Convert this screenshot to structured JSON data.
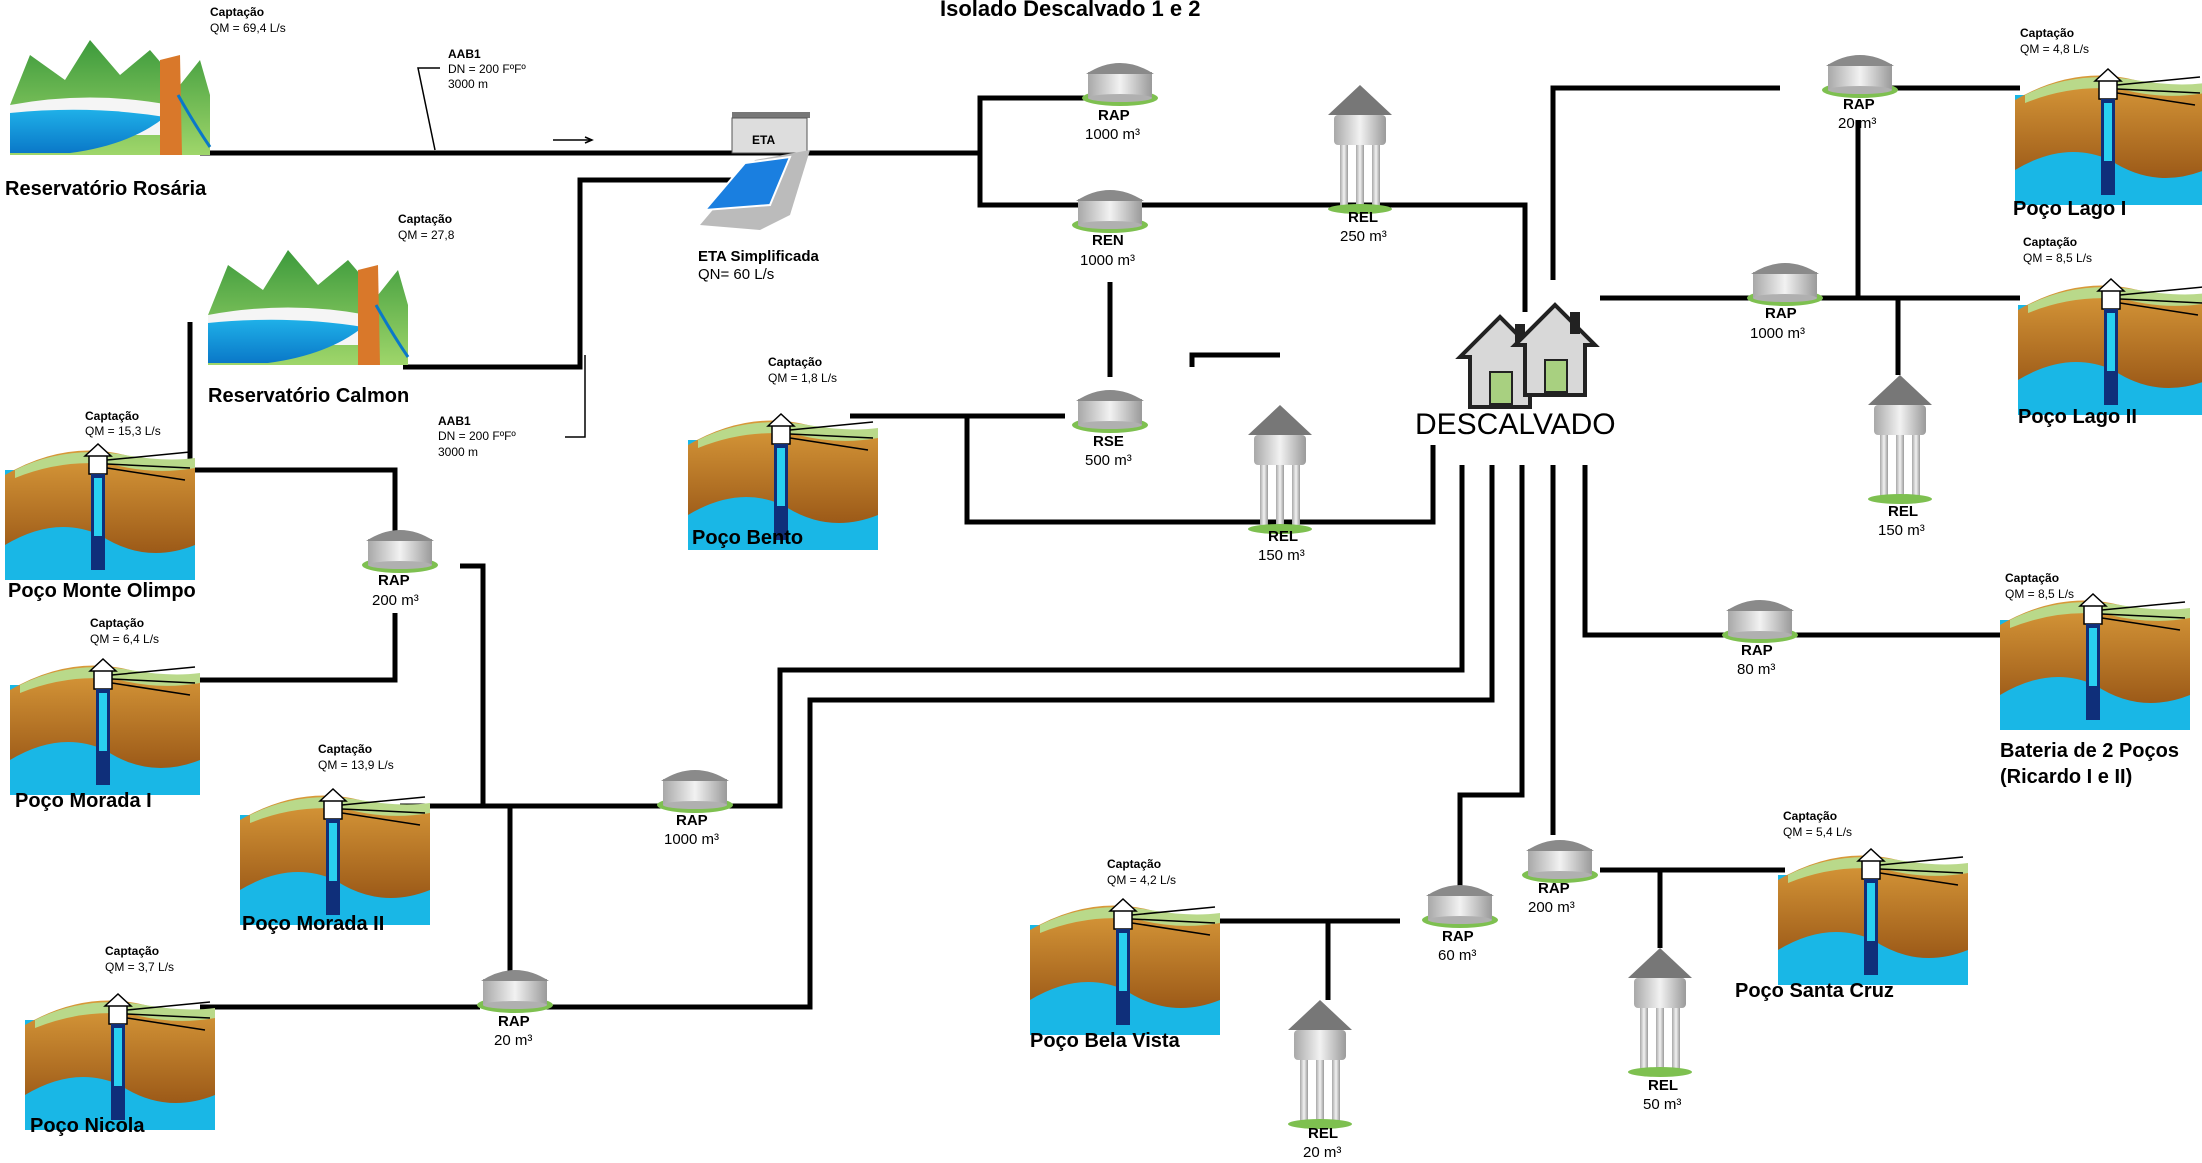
{
  "title": "Isolado Descalvado 1 e 2",
  "city": "DESCALVADO",
  "nodes": {
    "rosaria": {
      "cap": "Captação",
      "q": "QM = 69,4 L/s",
      "name": "Reservatório Rosária"
    },
    "calmon": {
      "cap": "Captação",
      "q": "QM = 27,8",
      "name": "Reservatório Calmon"
    },
    "eta": {
      "tag": "ETA",
      "name": "ETA Simplificada",
      "qn": "QN= 60 L/s"
    },
    "monte_olimpo": {
      "cap": "Captação",
      "q": "QM = 15,3 L/s",
      "name": "Poço Monte Olimpo"
    },
    "morada1": {
      "cap": "Captação",
      "q": "QM = 6,4 L/s",
      "name": "Poço Morada I"
    },
    "morada2": {
      "cap": "Captação",
      "q": "QM = 13,9 L/s",
      "name": "Poço Morada II"
    },
    "nicola": {
      "cap": "Captação",
      "q": "QM = 3,7 L/s",
      "name": "Poço Nicola"
    },
    "bento": {
      "cap": "Captação",
      "q": "QM = 1,8 L/s",
      "name": "Poço Bento"
    },
    "bela_vista": {
      "cap": "Captação",
      "q": "QM = 4,2 L/s",
      "name": "Poço Bela Vista"
    },
    "santa_cruz": {
      "cap": "Captação",
      "q": "QM = 5,4 L/s",
      "name": "Poço Santa Cruz"
    },
    "lago1": {
      "cap": "Captação",
      "q": "QM = 4,8 L/s",
      "name": "Poço Lago I"
    },
    "lago2": {
      "cap": "Captação",
      "q": "QM = 8,5 L/s",
      "name": "Poço Lago II"
    },
    "bateria": {
      "cap": "Captação",
      "q": "QM = 8,5 L/s",
      "name_line1": "Bateria de 2 Poços",
      "name_line2": "(Ricardo I e II)"
    }
  },
  "pipes": {
    "aab1_top": {
      "name": "AAB1",
      "dn": "DN = 200 FºFº",
      "length": "3000 m"
    },
    "aab1_bottom": {
      "name": "AAB1",
      "dn": "DN = 200 FºFº",
      "length": "3000 m"
    }
  },
  "tanks": [
    {
      "type": "RAP",
      "vol": "1000 m³"
    },
    {
      "type": "REN",
      "vol": "1000 m³"
    },
    {
      "type": "REL",
      "vol": "250 m³"
    },
    {
      "type": "RSE",
      "vol": "500 m³"
    },
    {
      "type": "REL",
      "vol": "150 m³"
    },
    {
      "type": "RAP",
      "vol": "200 m³"
    },
    {
      "type": "RAP",
      "vol": "1000 m³"
    },
    {
      "type": "RAP",
      "vol": "20 m³"
    },
    {
      "type": "RAP",
      "vol": "20 m³"
    },
    {
      "type": "RAP",
      "vol": "1000 m³"
    },
    {
      "type": "REL",
      "vol": "150 m³"
    },
    {
      "type": "RAP",
      "vol": "80 m³"
    },
    {
      "type": "RAP",
      "vol": "200 m³"
    },
    {
      "type": "RAP",
      "vol": "60 m³"
    },
    {
      "type": "REL",
      "vol": "50 m³"
    },
    {
      "type": "REL",
      "vol": "20 m³"
    }
  ]
}
